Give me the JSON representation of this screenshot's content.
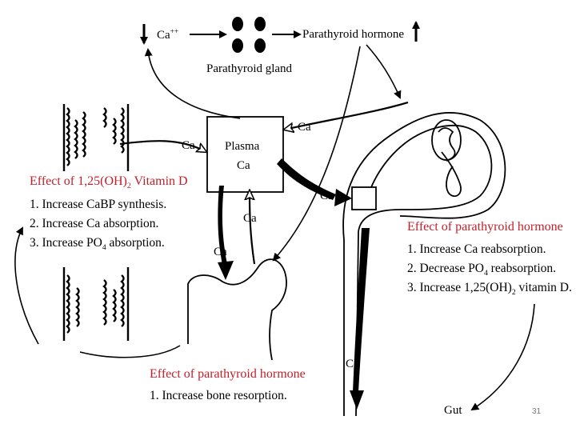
{
  "labels": {
    "ca_plus": "Ca",
    "ca_plus_charge": "++",
    "pth": "Parathyroid hormone",
    "gland": "Parathyroid gland",
    "plasma": "Plasma",
    "plasma_ca": "Ca",
    "ca": "Ca",
    "gut": "Gut"
  },
  "vitamin_d": {
    "title_pre": "Effect of 1,25(OH)",
    "title_sub": "2",
    "title_post": " Vitamin D",
    "item1": "1. Increase CaBP synthesis.",
    "item2": "2. Increase Ca absorption.",
    "item3_pre": "3. Increase PO",
    "item3_sub": "4",
    "item3_post": " absorption."
  },
  "kidney": {
    "title": "Effect of parathyroid hormone",
    "item1": "1. Increase Ca reabsorption.",
    "item2_pre": "2. Decrease PO",
    "item2_sub": "4",
    "item2_post": " reabsorption.",
    "item3_pre": "3. Increase 1,25(OH)",
    "item3_sub": "2",
    "item3_post": " vitamin D."
  },
  "bone": {
    "title": "Effect of parathyroid hormone",
    "item1": "1. Increase bone resorption."
  },
  "page_number": "31",
  "colors": {
    "accent_red": "#c0202a",
    "ink": "#000000",
    "page_number": "#777777"
  }
}
